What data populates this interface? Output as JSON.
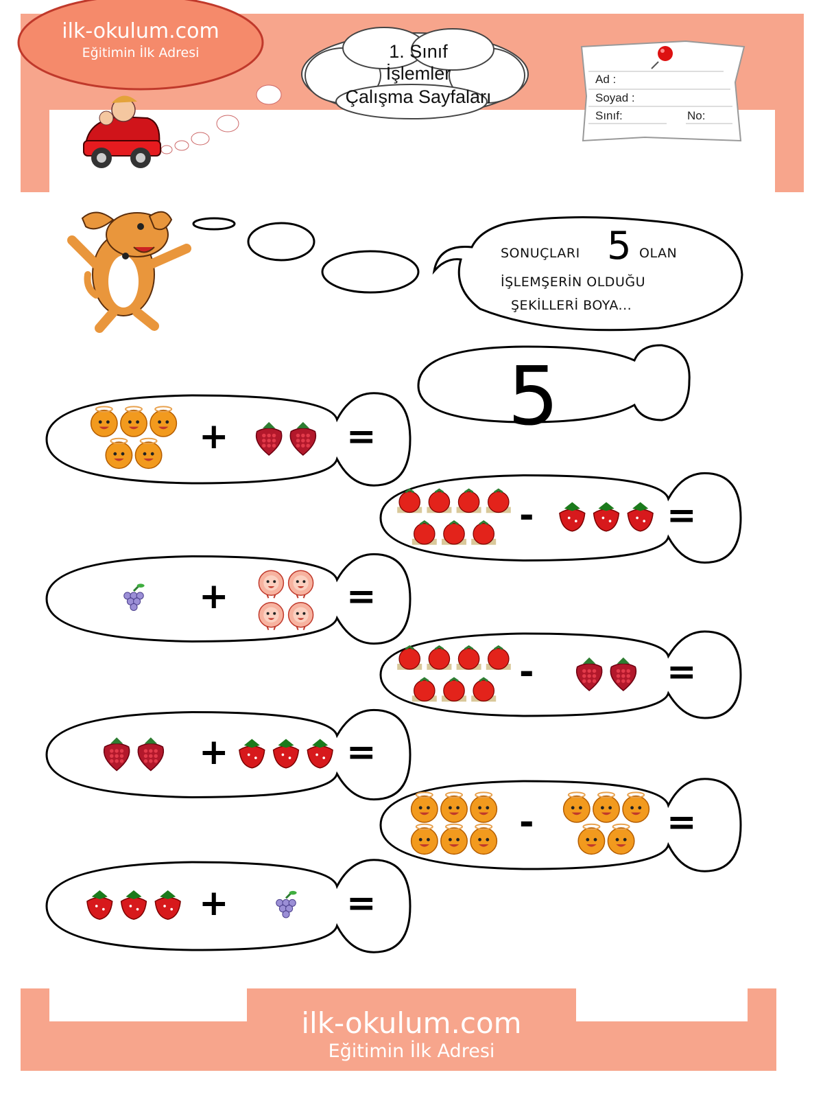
{
  "header": {
    "site_name": "ilk-okulum.com",
    "site_slogan": "Eğitimin İlk Adresi",
    "title_line1": "1. Sınıf",
    "title_line2": "İşlemler",
    "title_line3": "Çalışma Sayfaları"
  },
  "student_card": {
    "name_label": "Ad :",
    "surname_label": "Soyad :",
    "class_label": "Sınıf:",
    "number_label": "No:"
  },
  "instruction": {
    "part1": "SONUÇLARI",
    "number": "5",
    "part2": "OLAN",
    "line2": "İŞLEMŞERİN OLDUĞU",
    "line3": "ŞEKİLLERİ BOYA..."
  },
  "target_number": "5",
  "operations": [
    {
      "side": "left",
      "operator": "+",
      "equals": "=",
      "first": {
        "fruit": "orange",
        "count": 5
      },
      "second": {
        "fruit": "raspberry",
        "count": 2
      }
    },
    {
      "side": "right",
      "operator": "-",
      "equals": "=",
      "first": {
        "fruit": "tomato",
        "count": 7
      },
      "second": {
        "fruit": "strawberry",
        "count": 3
      }
    },
    {
      "side": "left",
      "operator": "+",
      "equals": "=",
      "first": {
        "fruit": "grape",
        "count": 1
      },
      "second": {
        "fruit": "peach",
        "count": 4
      }
    },
    {
      "side": "right",
      "operator": "-",
      "equals": "=",
      "first": {
        "fruit": "tomato",
        "count": 7
      },
      "second": {
        "fruit": "raspberry",
        "count": 2
      }
    },
    {
      "side": "left",
      "operator": "+",
      "equals": "=",
      "first": {
        "fruit": "raspberry",
        "count": 2
      },
      "second": {
        "fruit": "strawberry",
        "count": 3
      }
    },
    {
      "side": "right",
      "operator": "-",
      "equals": "=",
      "first": {
        "fruit": "orange",
        "count": 6
      },
      "second": {
        "fruit": "orange",
        "count": 5
      }
    },
    {
      "side": "left",
      "operator": "+",
      "equals": "=",
      "first": {
        "fruit": "strawberry",
        "count": 3
      },
      "second": {
        "fruit": "grape",
        "count": 1
      }
    }
  ],
  "footer": {
    "site_name": "ilk-okulum.com",
    "site_slogan": "Eğitimin İlk Adresi"
  },
  "colors": {
    "salmon": "#f7a58c",
    "border": "#000000"
  }
}
